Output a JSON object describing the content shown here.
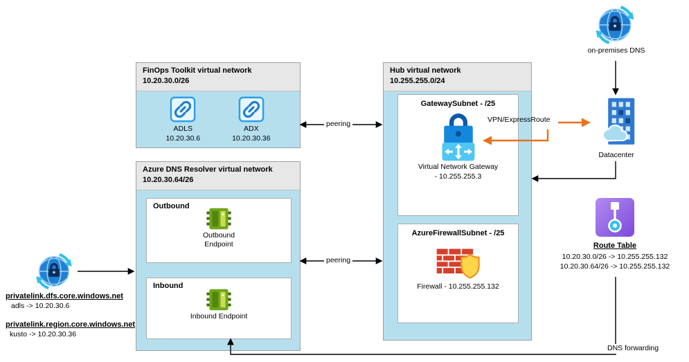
{
  "finops_vnet": {
    "title": "FinOps Toolkit virtual network",
    "subtitle": "10.20.30.0/26",
    "nodes": [
      {
        "label": "ADLS",
        "ip": "10.20.30.6"
      },
      {
        "label": "ADX",
        "ip": "10.20.30.36"
      }
    ]
  },
  "dns_resolver_vnet": {
    "title": "Azure DNS Resolver virtual network",
    "subtitle": "10.20.30.64/26",
    "outbound": {
      "title": "Outbound",
      "label": "Outbound Endpoint"
    },
    "inbound": {
      "title": "Inbound",
      "label": "Inbound Endpoint"
    }
  },
  "hub_vnet": {
    "title": "Hub virtual network",
    "subtitle": "10.255.255.0/24",
    "gateway_subnet": {
      "title": "GatewaySubnet - /25",
      "label": "Virtual Network Gateway - 10.255.255.3"
    },
    "firewall_subnet": {
      "title": "AzureFirewallSubnet - /25",
      "label": "Firewall - 10.255.255.132"
    }
  },
  "onprem_dns": {
    "label": "on-premises DNS"
  },
  "datacenter": {
    "label": "Datacenter"
  },
  "route_table": {
    "title": "Route Table",
    "routes": [
      "10.20.30.0/26 -> 10.255.255.132",
      "10.20.30.64/26 -> 10.255.255.132"
    ]
  },
  "private_dns_zones": {
    "zone1": {
      "name": "privatelink.dfs.core.windows.net",
      "record": "adls -> 10.20.30.6"
    },
    "zone2": {
      "name": "privatelink.region.core.windows.net",
      "record": "kusto -> 10.20.30.36"
    }
  },
  "connector_labels": {
    "peering_top": "peering",
    "peering_bottom": "peering",
    "vpn_expressroute": "VPN/ExpressRoute",
    "dns_forwarding": "DNS forwarding"
  },
  "icons": {
    "adls": "link-icon",
    "adx": "link-icon",
    "gateway": "vpn-gateway-lock-icon",
    "firewall": "firewall-brick-shield-icon",
    "outbound_endpoint": "dns-endpoint-icon",
    "inbound_endpoint": "dns-endpoint-icon",
    "onprem_dns": "globe-lock-icon",
    "datacenter": "datacenter-building-cloud-icon",
    "route_table": "route-table-icon",
    "private_dns": "globe-lock-icon"
  },
  "colors": {
    "vnet_fill": "#b6dfee",
    "header_fill": "#e7e7e7",
    "arrow_black": "#000000",
    "arrow_orange": "#e8711c",
    "azure_blue": "#1583d8",
    "firewall_red": "#d6402b",
    "shield_yellow": "#ffd54a",
    "endpoint_green": "#6fa61c",
    "route_purple": "#7e49da"
  }
}
